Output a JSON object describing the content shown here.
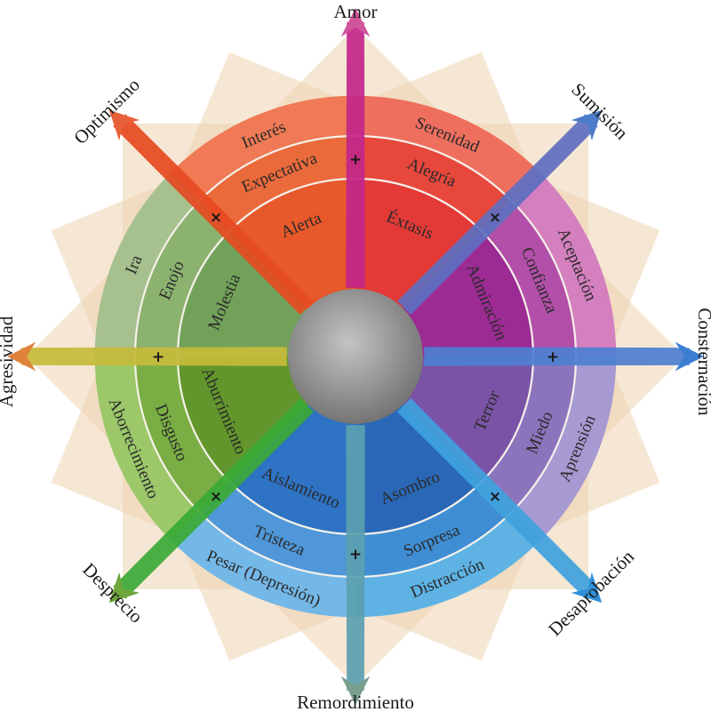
{
  "petals": [
    {
      "name": "alegria",
      "colors": [
        "#ef6f5f",
        "#e8473c",
        "#e33a37"
      ],
      "labels": [
        "Serenidad",
        "Alegría",
        "Éxtasis"
      ]
    },
    {
      "name": "confianza",
      "colors": [
        "#d47fbe",
        "#b24fa8",
        "#9c2b93"
      ],
      "labels": [
        "Aceptación",
        "Confianza",
        "Admiración"
      ]
    },
    {
      "name": "miedo",
      "colors": [
        "#a79ad3",
        "#8c74bd",
        "#7a53a6"
      ],
      "labels": [
        "Aprensión",
        "Miedo",
        "Terror"
      ]
    },
    {
      "name": "sorpresa",
      "colors": [
        "#5eb3e4",
        "#3f8ed4",
        "#2a68b7"
      ],
      "labels": [
        "Distracción",
        "Sorpresa",
        "Asombro"
      ]
    },
    {
      "name": "tristeza",
      "colors": [
        "#74b8e8",
        "#4f97d8",
        "#2e73c4"
      ],
      "labels": [
        "Pesar (Depresión)",
        "Tristeza",
        "Aislamiento"
      ]
    },
    {
      "name": "disgusto",
      "colors": [
        "#9cc86a",
        "#7aae44",
        "#62962c"
      ],
      "labels": [
        "Aborrecimiento",
        "Disgusto",
        "Aburrimiento"
      ]
    },
    {
      "name": "ira",
      "colors": [
        "#a6c08e",
        "#8bb26e",
        "#72a25a"
      ],
      "labels": [
        "Ira",
        "Enojo",
        "Molestia"
      ]
    },
    {
      "name": "anticipacion",
      "colors": [
        "#ef7a55",
        "#eb6a3b",
        "#e7582a"
      ],
      "labels": [
        "Interés",
        "Expectativa",
        "Alerta"
      ]
    }
  ],
  "dyads": [
    {
      "name": "amor",
      "label": "Amor",
      "color": "#c2268a",
      "tip": "#d0559c",
      "marker": "+"
    },
    {
      "name": "sumision",
      "label": "Sumisión",
      "color": "#5d6fc0",
      "tip": "#4a7cc8",
      "marker": "×"
    },
    {
      "name": "consternacion",
      "label": "Consternación",
      "color": "#4d7fd0",
      "tip": "#3b7fd2",
      "marker": "+"
    },
    {
      "name": "desaprobacion",
      "label": "Desaprobación",
      "color": "#3fa2dc",
      "tip": "#2f8fd8",
      "marker": "×"
    },
    {
      "name": "remordimiento",
      "label": "Remordimiento",
      "color": "#5b9fb0",
      "tip": "#7a9e8e",
      "marker": "+"
    },
    {
      "name": "desprecio",
      "label": "Desprecio",
      "color": "#3aa936",
      "tip": "#6fa63c",
      "marker": "×"
    },
    {
      "name": "agresividad",
      "label": "Agresividad",
      "color": "#c5bb3b",
      "tip": "#e0823a",
      "marker": "+"
    },
    {
      "name": "optimismo",
      "label": "Optimismo",
      "color": "#e64a22",
      "tip": "#e8603a",
      "marker": "×"
    }
  ],
  "colors": {
    "background_star": "#ecd3b0",
    "ring_line": "#f6f1ea",
    "hub_light": "#b5b5b5",
    "hub_dark": "#6e6e6e",
    "label": "#2a2a2a"
  }
}
